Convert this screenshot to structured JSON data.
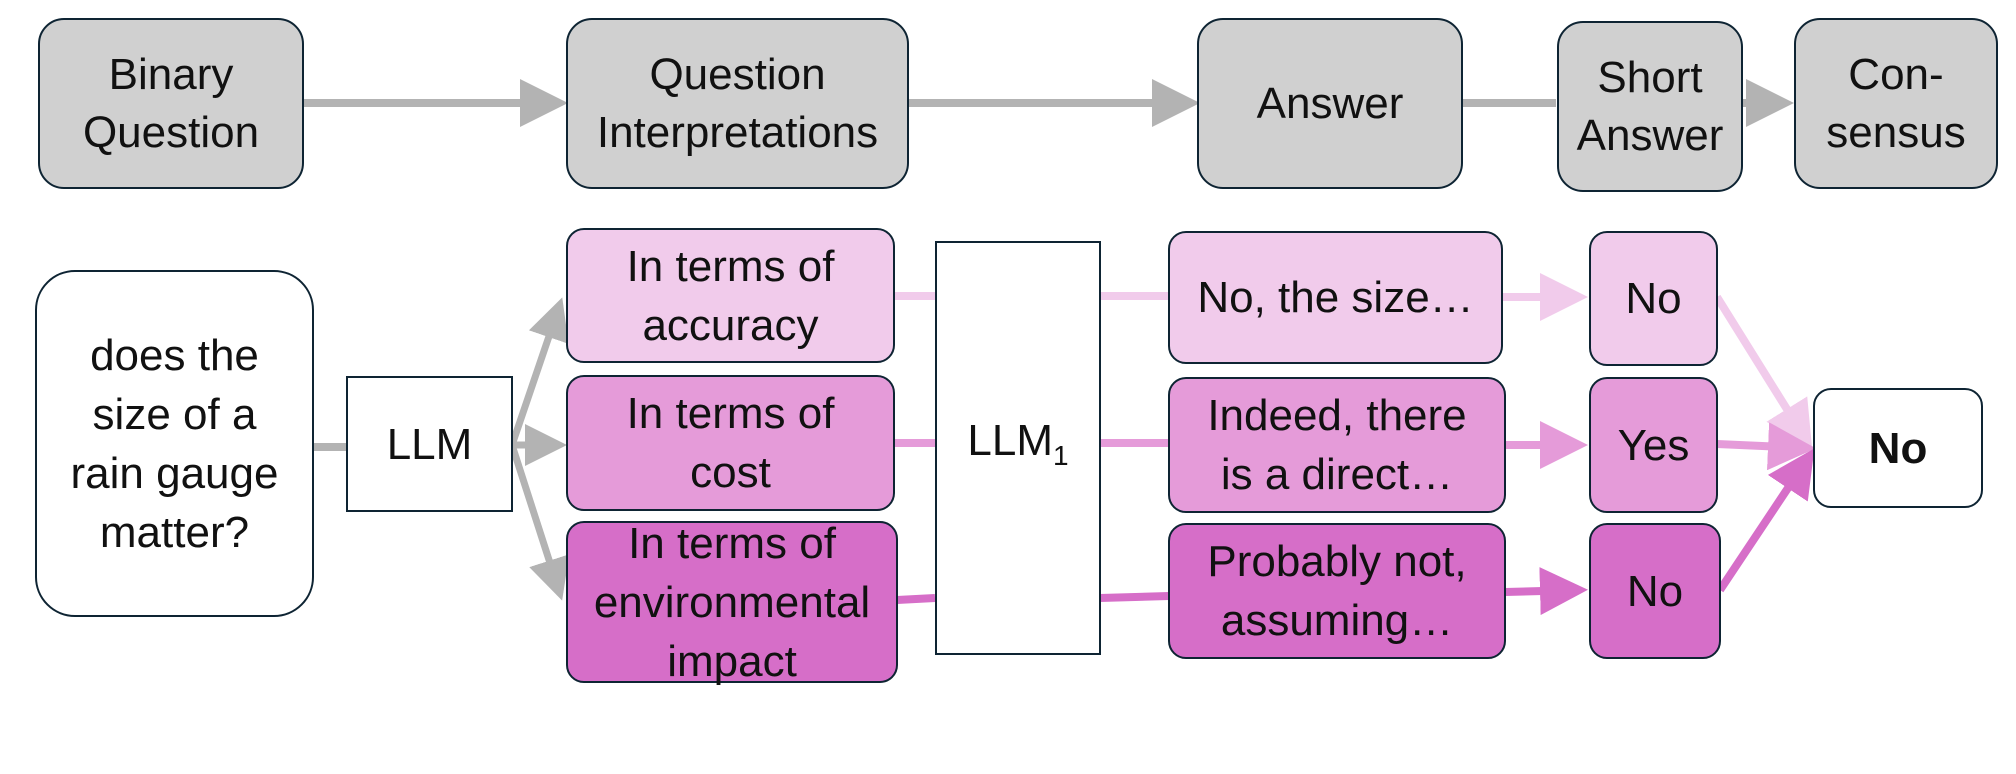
{
  "header": {
    "stages": [
      {
        "label": "Binary\nQuestion"
      },
      {
        "label": "Question\nInterpretations"
      },
      {
        "label": "Answer"
      },
      {
        "label": "Short\nAnswer"
      },
      {
        "label": "Con-\nsensus"
      }
    ]
  },
  "example": {
    "question": "does the\nsize of a\nrain gauge\nmatter?",
    "model": "LLM",
    "model_answer": {
      "name": "LLM",
      "subscript": "1"
    },
    "interpretations": [
      {
        "label": "In terms of\naccuracy"
      },
      {
        "label": "In terms of\ncost"
      },
      {
        "label": "In terms of\nenvironmental\nimpact"
      }
    ],
    "answers": [
      {
        "label": "No, the size…"
      },
      {
        "label": "Indeed, there\nis a direct…"
      },
      {
        "label": "Probably not,\nassuming…"
      }
    ],
    "short_answers": [
      {
        "label": "No"
      },
      {
        "label": "Yes"
      },
      {
        "label": "No"
      }
    ],
    "consensus": "No"
  },
  "colors": {
    "header_fill": "#d0d0d0",
    "border": "#0e2433",
    "arrow_gray": "#b3b3b3",
    "pink_light": "#f1cbeb",
    "pink_medium": "#e59bd9",
    "pink_dark": "#d66ec8",
    "arrow_light": "#f1cbeb",
    "arrow_medium": "#e59bd9",
    "arrow_dark": "#d66ec8"
  }
}
